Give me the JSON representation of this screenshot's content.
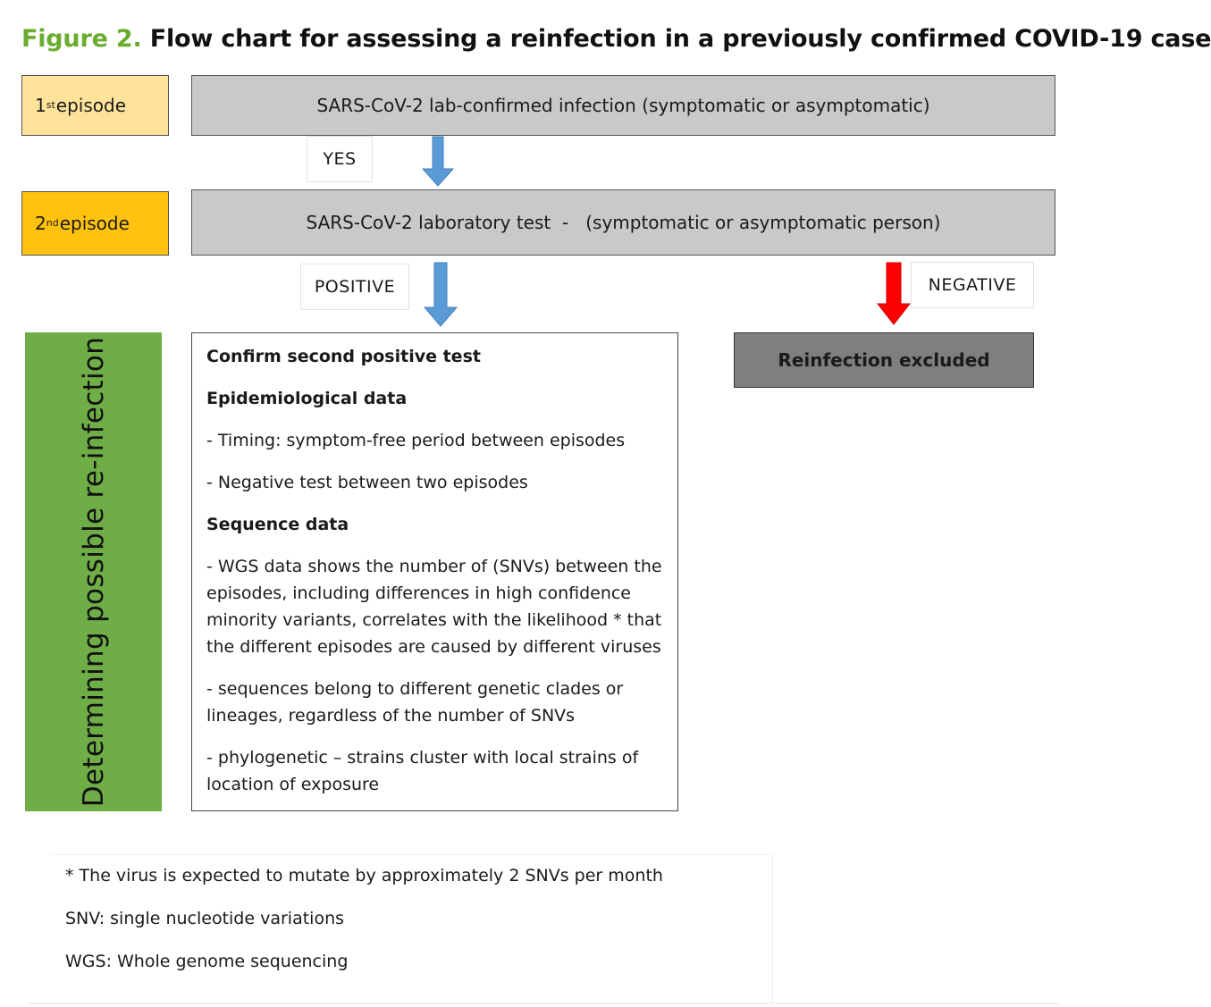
{
  "title": {
    "figure_label": "Figure 2.",
    "text": "Flow chart for assessing a reinfection in a previously confirmed COVID-19 case"
  },
  "episode1": {
    "ordinal": "1",
    "suffix": "st",
    "label": "episode"
  },
  "episode2": {
    "ordinal": "2",
    "suffix": "nd",
    "label": "episode"
  },
  "bar1_text": "SARS-CoV-2 lab-confirmed infection (symptomatic or asymptomatic)",
  "bar2_text": "SARS-CoV-2 laboratory test  -   (symptomatic or asymptomatic person)",
  "labels": {
    "yes": "YES",
    "positive": "POSITIVE",
    "negative": "NEGATIVE"
  },
  "side_label": "Determining possible re-infection",
  "criteria": {
    "confirm": "Confirm second positive test",
    "epi_heading": "Epidemiological data",
    "timing": "- Timing: symptom-free period between episodes",
    "negative_test": "- Negative test between two episodes",
    "seq_heading": "Sequence data",
    "wgs": "- WGS data shows the number of (SNVs) between the episodes, including differences in high confidence minority variants, correlates with the likelihood * that the different episodes are caused by different viruses",
    "clades": "- sequences belong to different genetic clades or lineages, regardless of the number of SNVs",
    "phylo": "- phylogenetic – strains cluster with local strains of location of exposure"
  },
  "reinfection_excluded": "Reinfection excluded",
  "footnotes": {
    "note1": "* The virus is expected to mutate by approximately 2 SNVs per month",
    "note2": "SNV: single nucleotide variations",
    "note3": "WGS: Whole genome sequencing"
  },
  "colors": {
    "title_label": "#6aac2e",
    "episode1_fill": "#ffe39b",
    "episode2_fill": "#ffc20e",
    "bar_fill": "#c9c9c9",
    "side_fill": "#6fad46",
    "arrow_blue": "#5b9bd5",
    "arrow_red": "#ff0000",
    "excluded_fill": "#7f7f7f"
  }
}
